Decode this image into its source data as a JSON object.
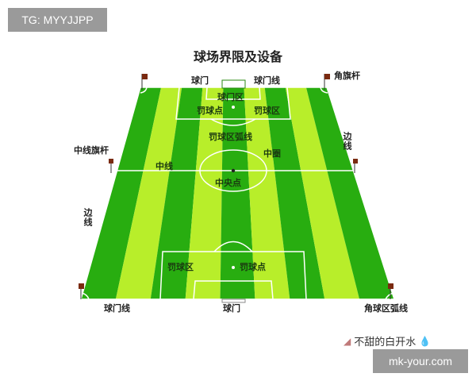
{
  "watermark_top": "TG: MYYJJPP",
  "title": "球场界限及设备",
  "labels": {
    "goal_top": "球门",
    "goal_line_top": "球门线",
    "corner_flag": "角旗杆",
    "goal_area": "球门区",
    "penalty_spot_top": "罚球点",
    "penalty_area_top": "罚球区",
    "penalty_arc": "罚球区弧线",
    "center_circle": "中圈",
    "touchline_right": "边线",
    "halfway_flag": "中线旗杆",
    "halfway_line": "中线",
    "center_spot": "中央点",
    "touchline_left": "边线",
    "penalty_area_bottom": "罚球区",
    "penalty_spot_bottom": "罚球点",
    "goal_line_bottom": "球门线",
    "goal_bottom": "球门",
    "corner_arc": "角球区弧线"
  },
  "signature": "不甜的白开水",
  "watermark_bottom": "mk-your.com",
  "colors": {
    "stripe_light": "#b8ee2a",
    "stripe_dark": "#28ad10",
    "line": "#ffffff",
    "flag": "#7a2a10"
  }
}
